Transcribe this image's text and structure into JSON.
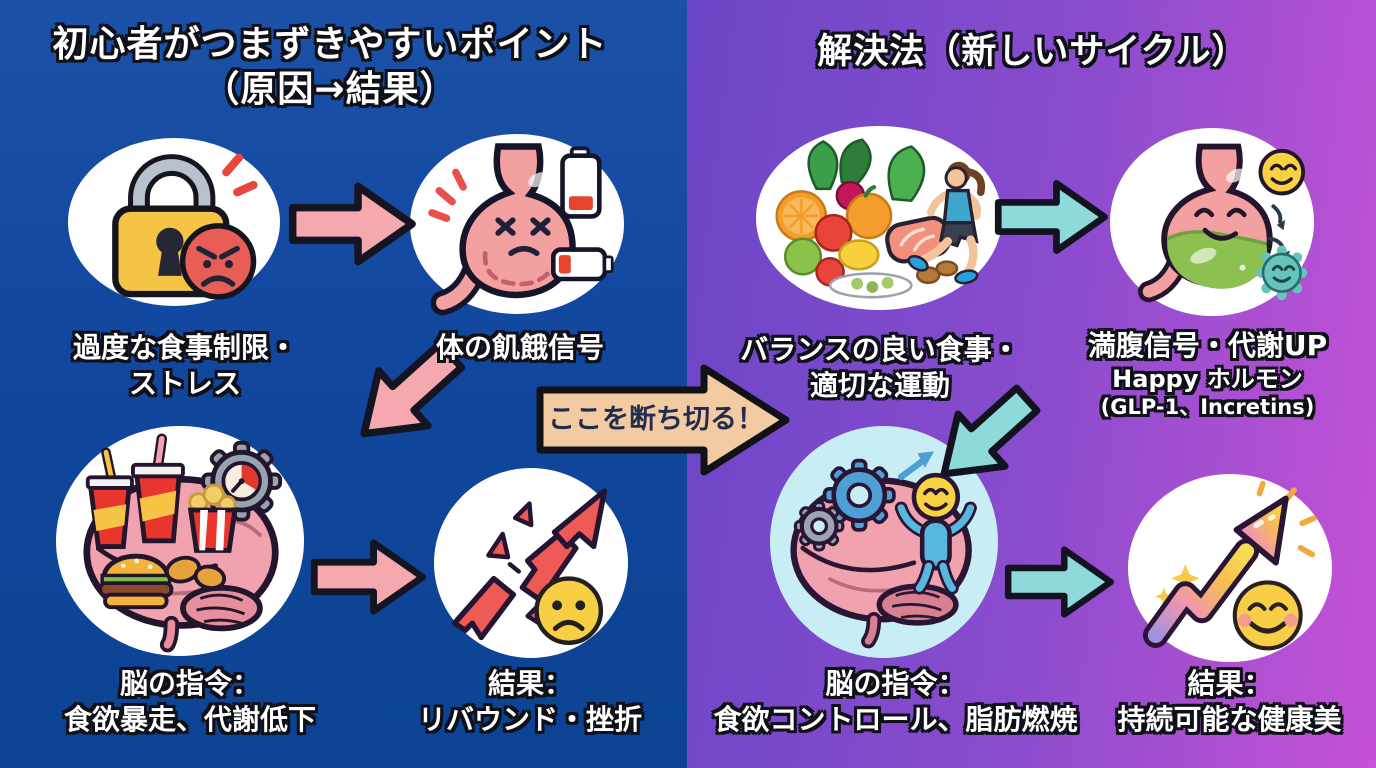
{
  "colors": {
    "left_background": "#11479e",
    "right_background_start": "#6b46c8",
    "right_background_end": "#c652d6",
    "cause_arrow": "#f5a9ae",
    "solution_arrow": "#8edadb",
    "banner_fill": "#f3cba3",
    "banner_text_color": "#222c4e",
    "solution_brain_circle": "#c9edf5"
  },
  "left_panel": {
    "title_line1": "初心者がつまずきやすいポイント",
    "title_line2": "（原因→結果）",
    "nodes": [
      {
        "icon": "lock-stress-icon",
        "label_line1": "過度な食事制限・",
        "label_line2": "ストレス"
      },
      {
        "icon": "hungry-stomach-low-battery-icon",
        "label_line1": "体の飢餓信号"
      },
      {
        "icon": "junk-food-brain-gear-icon",
        "label_line1": "脳の指令：",
        "label_line2": "食欲暴走、代謝低下"
      },
      {
        "icon": "broken-arrow-sad-face-icon",
        "label_line1": "結果：",
        "label_line2": "リバウンド・挫折"
      }
    ]
  },
  "center_banner": {
    "text": "ここを断ち切る！"
  },
  "right_panel": {
    "title": "解決法（新しいサイクル）",
    "nodes": [
      {
        "icon": "balanced-meal-runner-icon",
        "label_line1": "バランスの良い食事・",
        "label_line2": "適切な運動"
      },
      {
        "icon": "happy-stomach-hormones-icon",
        "label_line1": "満腹信号・代謝UP",
        "label_line2": "Happy ホルモン",
        "label_line3": "(GLP-1、Incretins)"
      },
      {
        "icon": "happy-brain-gears-icon",
        "label_line1": "脳の指令：",
        "label_line2": "食欲コントロール、脂肪燃焼"
      },
      {
        "icon": "rising-arrow-happy-face-icon",
        "label_line1": "結果：",
        "label_line2": "持続可能な健康美"
      }
    ]
  }
}
